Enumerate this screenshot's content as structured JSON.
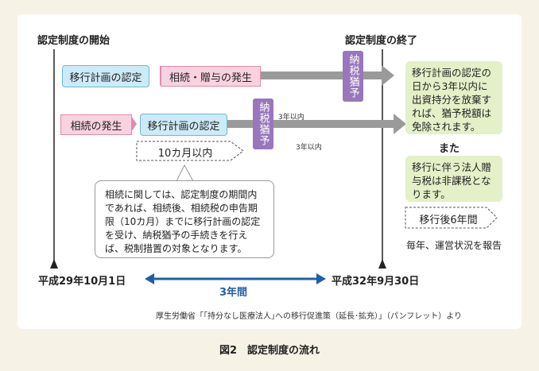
{
  "header": {
    "start": "認定制度の開始",
    "end": "認定制度の終了"
  },
  "row1": {
    "plan": "移行計画の認定",
    "occurrence": "相続・贈与の発生",
    "deferral": "納税猶予"
  },
  "row2": {
    "occurrence": "相続の発生",
    "plan": "移行計画の認定",
    "deferral": "納税猶予",
    "within_label_top": "3年以内",
    "within_label_bottom": "3年以内"
  },
  "ten_months": "10カ月以内",
  "callout": "相続に関しては、認定制度の期間内であれば、相続後、相続税の申告期限（10カ月）までに移行計画の認定を受け、納税猶予の手続きを行えば、税制措置の対象となります。",
  "right": {
    "box1": "移行計画の認定の日から3年以内に出資持分を放棄すれば、猶予税額は免除されます。",
    "or": "また",
    "box2": "移行に伴う法人贈与税は非課税となります。",
    "six_years": "移行後6年間",
    "report": "毎年、運営状況を報告"
  },
  "timeline": {
    "start_date": "平成29年10月1日",
    "span": "3年間",
    "end_date": "平成32年9月30日"
  },
  "source": "厚生労働省「｢持分なし医療法人｣への移行促進策（延長･拡充）」（パンフレット）より",
  "caption": "図2　認定制度の流れ",
  "colors": {
    "background": "#f7f2e6",
    "blue_box": "#cdeaf7",
    "pink_box": "#f9d2e0",
    "purple": "#9977bb",
    "green_box": "#e4f0c8",
    "arrow_gray": "#9a9a9a",
    "span_blue": "#1f5fa8"
  }
}
